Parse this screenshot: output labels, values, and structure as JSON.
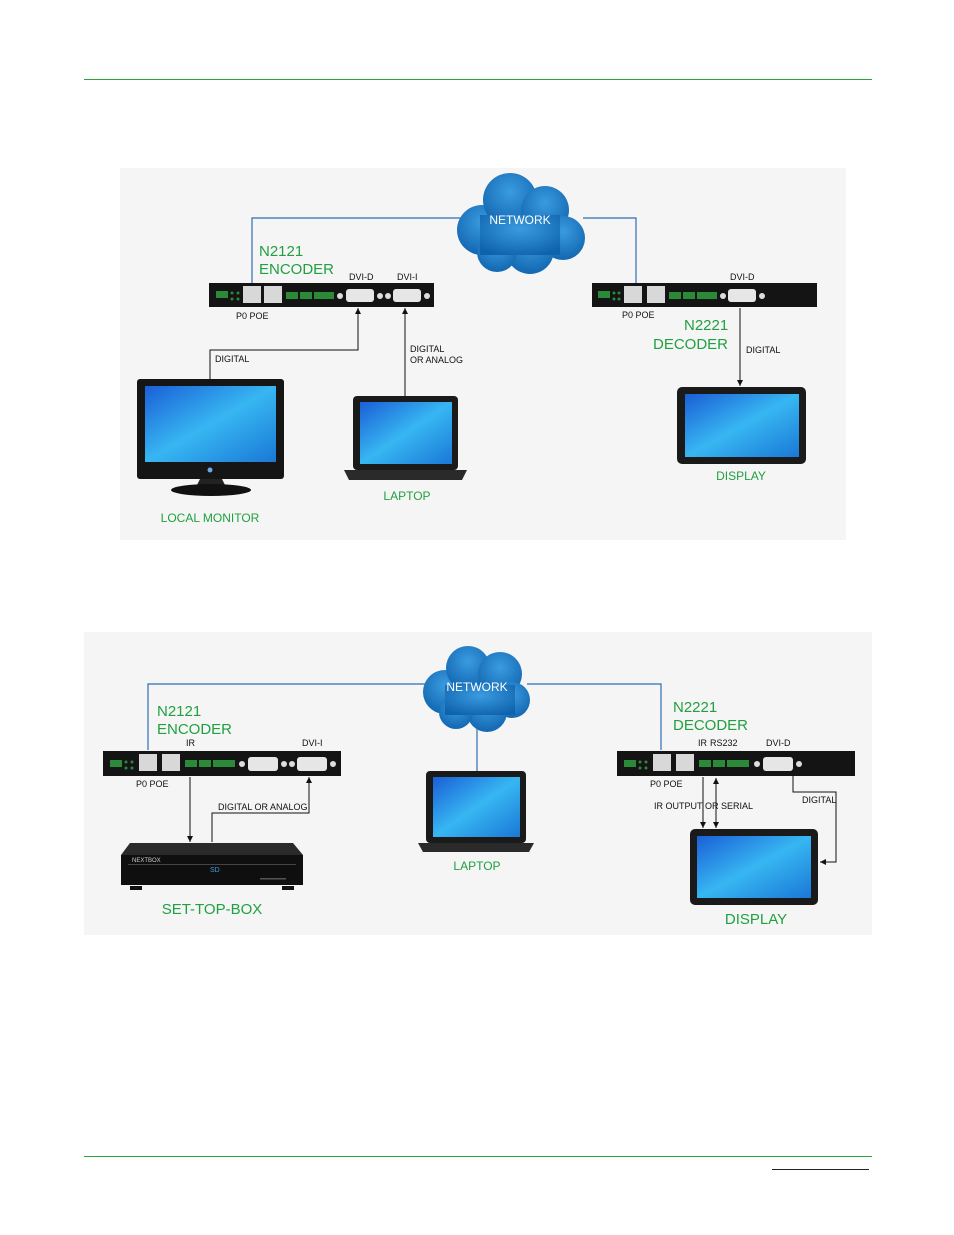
{
  "colors": {
    "accent": "#20a040",
    "rule": "#2aa33a",
    "cloud": "#1a78c2",
    "panel": "#f5f5f5"
  },
  "diagram1": {
    "network": "NETWORK",
    "encoder": {
      "model": "N2121",
      "type": "ENCODER",
      "port_poe": "P0 POE",
      "port_dvid": "DVI-D",
      "port_dvii": "DVI-I"
    },
    "decoder": {
      "model": "N2221",
      "type": "DECODER",
      "port_poe": "P0 POE",
      "port_dvid": "DVI-D"
    },
    "signal_digital_monitor": "DIGITAL",
    "signal_laptop_line1": "DIGITAL",
    "signal_laptop_line2": "OR ANALOG",
    "signal_digital_display": "DIGITAL",
    "local_monitor": "LOCAL MONITOR",
    "laptop": "LAPTOP",
    "display": "DISPLAY"
  },
  "diagram2": {
    "network": "NETWORK",
    "encoder": {
      "model": "N2121",
      "type": "ENCODER",
      "port_poe": "P0 POE",
      "port_ir": "IR",
      "port_dvii": "DVI-I"
    },
    "decoder": {
      "model": "N2221",
      "type": "DECODER",
      "port_poe": "P0 POE",
      "port_ir": "IR",
      "port_rs232": "RS232",
      "port_dvid": "DVI-D"
    },
    "signal_stb": "DIGITAL OR ANALOG",
    "signal_ir_output": "IR OUTPUT",
    "signal_or": "OR",
    "signal_serial": "SERIAL",
    "signal_digital": "DIGITAL",
    "stb_brand": "NEXTBOX",
    "stb_display": "SD",
    "set_top_box": "SET-TOP-BOX",
    "laptop": "LAPTOP",
    "display": "DISPLAY"
  }
}
